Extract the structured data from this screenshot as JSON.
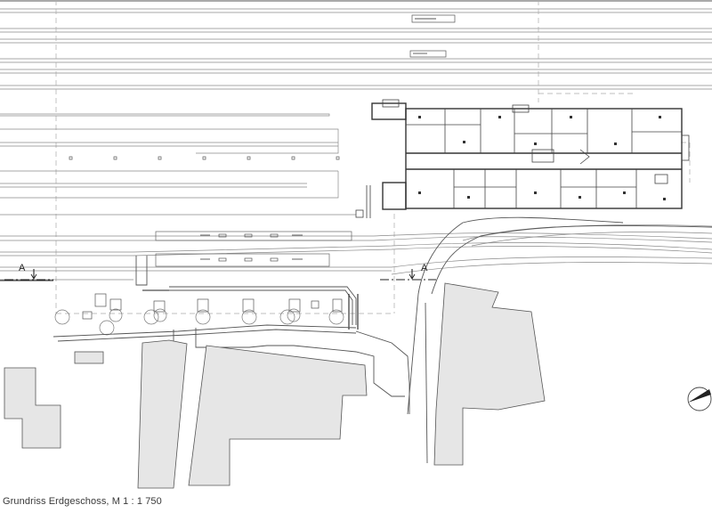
{
  "caption": "Grundriss Erdgeschoss, M 1 : 1 750",
  "section_marker_left": "A",
  "section_marker_right": "A",
  "north_arrow": "north-arrow-icon"
}
